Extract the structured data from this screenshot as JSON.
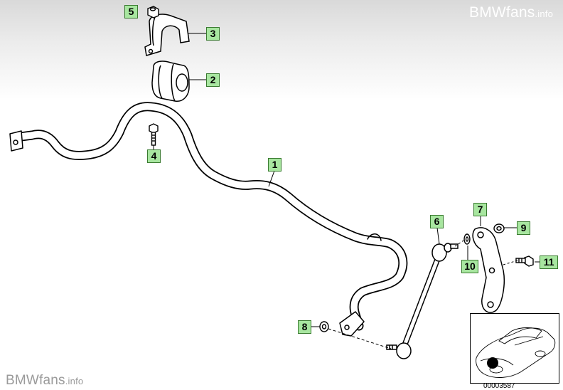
{
  "watermark": {
    "brand": "BMWfans",
    "suffix": ".info"
  },
  "callouts": [
    {
      "id": "5",
      "label": "5"
    },
    {
      "id": "3",
      "label": "3"
    },
    {
      "id": "2",
      "label": "2"
    },
    {
      "id": "4",
      "label": "4"
    },
    {
      "id": "1",
      "label": "1"
    },
    {
      "id": "6",
      "label": "6"
    },
    {
      "id": "7",
      "label": "7"
    },
    {
      "id": "9",
      "label": "9"
    },
    {
      "id": "10",
      "label": "10"
    },
    {
      "id": "11",
      "label": "11"
    },
    {
      "id": "8",
      "label": "8"
    }
  ],
  "document_number": "00003587",
  "colors": {
    "callout_fill": "#a8e6a0",
    "callout_border": "#3a7a30",
    "line": "#000000",
    "highlight_dot": "#000000"
  }
}
